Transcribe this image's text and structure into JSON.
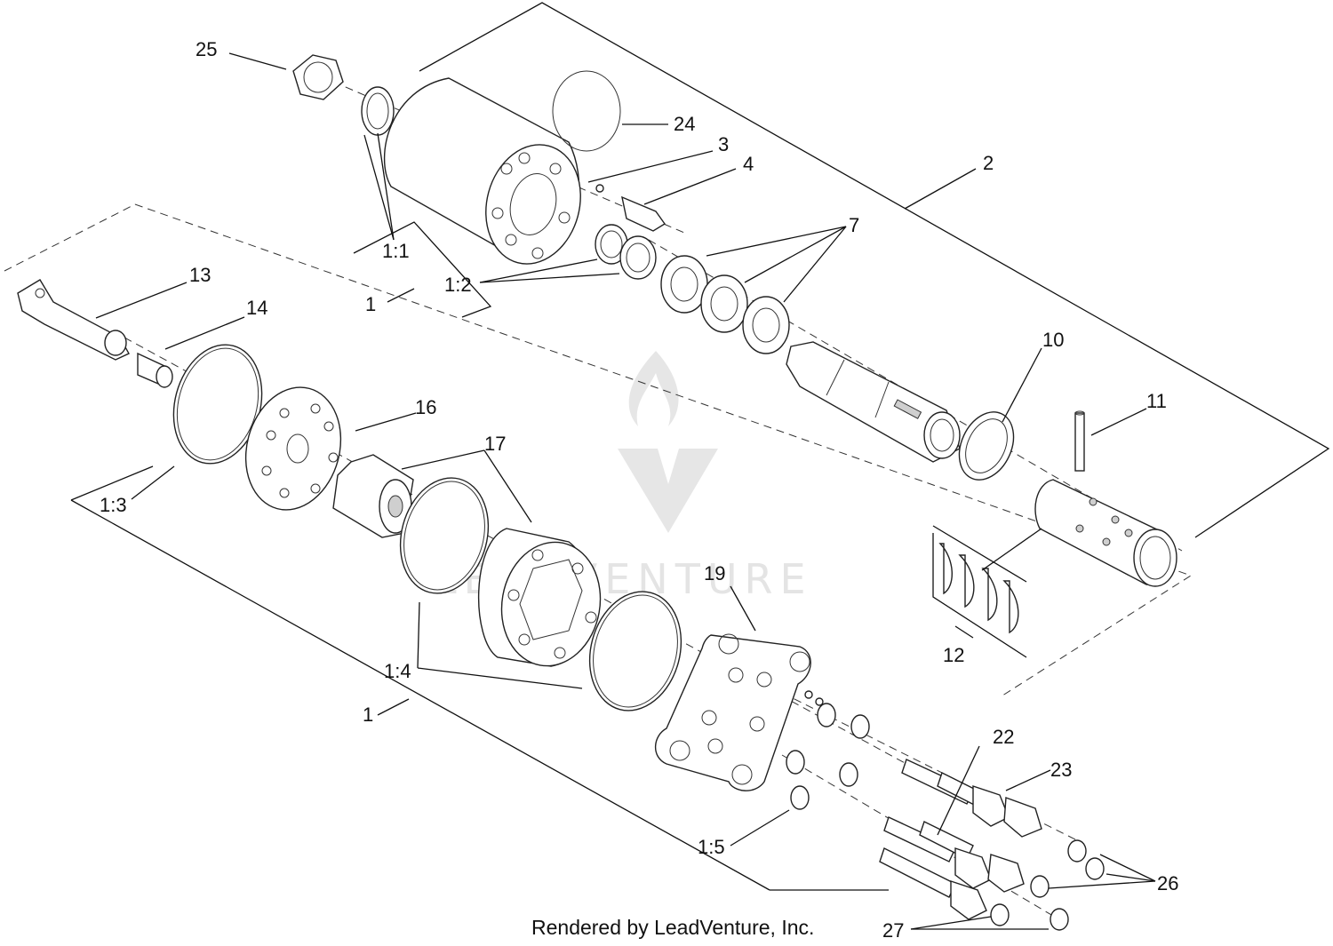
{
  "watermark": {
    "brand_text": "LEADVENTURE"
  },
  "footer": {
    "credit": "Rendered by LeadVenture, Inc."
  },
  "callouts": {
    "c1_upper": "1",
    "c1_lower": "1",
    "c1_1": "1:1",
    "c1_2": "1:2",
    "c1_3": "1:3",
    "c1_4": "1:4",
    "c1_5": "1:5",
    "c2": "2",
    "c3": "3",
    "c4": "4",
    "c7": "7",
    "c10": "10",
    "c11": "11",
    "c12": "12",
    "c13": "13",
    "c14": "14",
    "c16": "16",
    "c17": "17",
    "c19": "19",
    "c22": "22",
    "c23": "23",
    "c24": "24",
    "c25": "25",
    "c26": "26",
    "c27": "27"
  }
}
